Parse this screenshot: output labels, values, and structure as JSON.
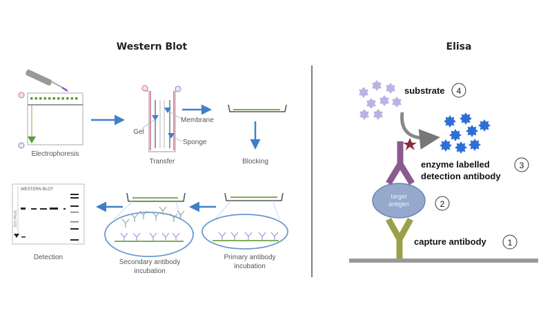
{
  "western_blot": {
    "title": "Western Blot",
    "steps": {
      "electrophoresis": "Electrophoresis",
      "transfer": "Transfer",
      "gel": "Gel",
      "membrane": "Membrane",
      "sponge": "Sponge",
      "blocking": "Blocking",
      "primary_line1": "Primary antibody",
      "primary_line2": "incubation",
      "secondary_line1": "Secondary antibody",
      "secondary_line2": "incubation",
      "detection": "Detection",
      "blot_header": "WESTERN BLOT",
      "blot_side": "SDS PAGE"
    }
  },
  "elisa": {
    "title": "Elisa",
    "substrate": "substrate",
    "substrate_num": "4",
    "enzyme_line1": "enzyme labelled",
    "enzyme_line2": "detection antibody",
    "enzyme_num": "3",
    "antigen_line1": "target",
    "antigen_line2": "antigen",
    "antigen_num": "2",
    "capture": "capture antibody",
    "capture_num": "1"
  },
  "colors": {
    "arrow": "#3f7fc8",
    "capture": "#9aa04a",
    "detection": "#8a5a8f",
    "antigen": "#94a9cc",
    "substrate": "#b9b3e6",
    "product": "#2e6fd6"
  }
}
